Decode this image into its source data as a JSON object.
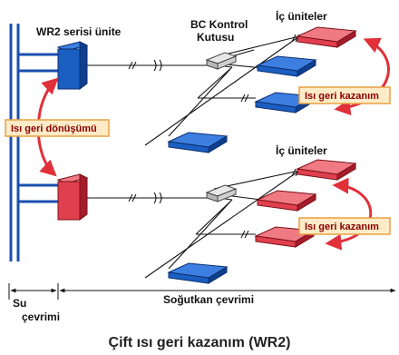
{
  "labels": {
    "wr2_unit": "WR2 serisi ünite",
    "bc_box_line1": "BC Kontrol",
    "bc_box_line2": "Kutusu",
    "indoor_top": "İç üniteler",
    "indoor_bottom": "İç üniteler",
    "heat_recycle": "Isı geri dönüşümü",
    "heat_recovery_top": "Isı geri kazanım",
    "heat_recovery_bottom": "Isı geri kazanım",
    "water_cycle_line1": "Su",
    "water_cycle_line2": "çevrimi",
    "refrigerant_cycle": "Soğutkan çevrimi",
    "title": "Çift ısı geri kazanım (WR2)"
  },
  "colors": {
    "pipe_blue": "#1a4fb0",
    "unit_blue": "#1b5fc2",
    "unit_red": "#e0404e",
    "arrow_red": "#e0303a",
    "tag_fill": "#fdebc8",
    "tag_border": "#e8a040"
  }
}
